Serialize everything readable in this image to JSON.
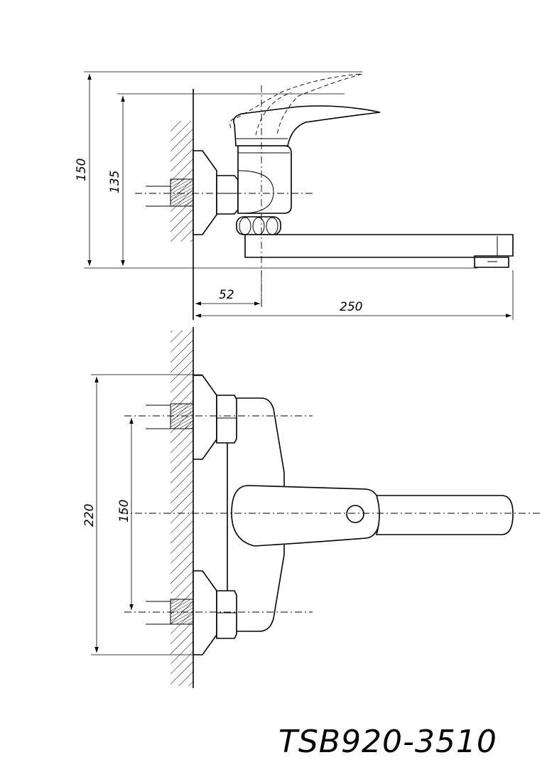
{
  "drawing": {
    "model_code": "TSB920-3510"
  },
  "side_view": {
    "dims": {
      "total_height": "150",
      "handle_height": "135",
      "body_offset": "52",
      "spout_reach": "250"
    }
  },
  "front_view": {
    "dims": {
      "overall_height": "220",
      "inlet_spacing": "150"
    }
  }
}
